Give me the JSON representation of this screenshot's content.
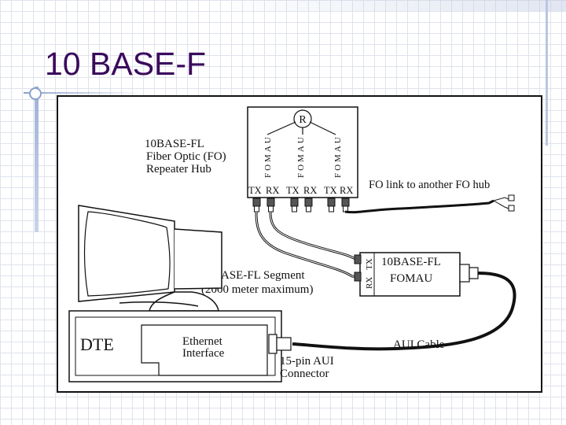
{
  "slide": {
    "title": "10 BASE-F"
  },
  "diagram": {
    "hub": {
      "name_line1": "10BASE-FL",
      "name_line2": "Fiber Optic (FO)",
      "name_line3": "Repeater Hub",
      "repeater": "R",
      "fomau": "FOMAU",
      "tx": "TX",
      "rx": "RX"
    },
    "fo_link": "FO link to another FO hub",
    "segment": {
      "line1": "10BASE-FL Segment",
      "line2": "(2000 meter maximum)"
    },
    "fomau_box": {
      "line1": "10BASE-FL",
      "line2": "FOMAU"
    },
    "dte": "DTE",
    "ethernet": {
      "line1": "Ethernet",
      "line2": "Interface"
    },
    "aui_connector": {
      "line1": "15-pin AUI",
      "line2": "Connector"
    },
    "aui_cable": "AUI Cable"
  }
}
